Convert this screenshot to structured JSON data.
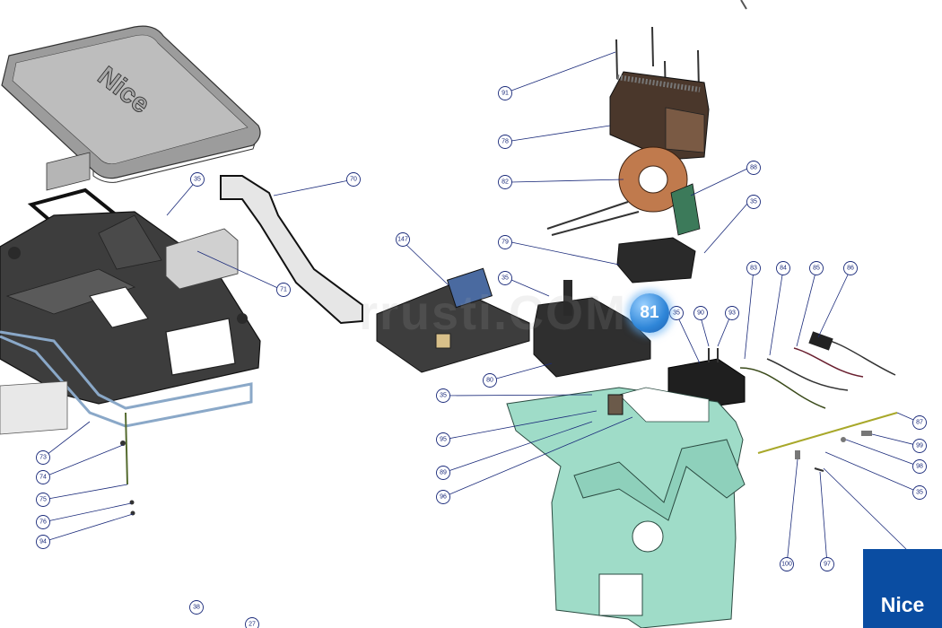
{
  "brand": {
    "logo_text": "Nice",
    "cover_logo_text": "Nice",
    "color": "#0a4da2"
  },
  "watermark": "rrusti.COM",
  "highlighted_part": {
    "label": "81"
  },
  "callouts": [
    {
      "id": "c91",
      "label": "91"
    },
    {
      "id": "c78",
      "label": "78"
    },
    {
      "id": "c82",
      "label": "82"
    },
    {
      "id": "c88",
      "label": "88"
    },
    {
      "id": "c35a",
      "label": "35"
    },
    {
      "id": "c79",
      "label": "79"
    },
    {
      "id": "c147",
      "label": "147"
    },
    {
      "id": "c35b",
      "label": "35"
    },
    {
      "id": "c83",
      "label": "83"
    },
    {
      "id": "c84",
      "label": "84"
    },
    {
      "id": "c85",
      "label": "85"
    },
    {
      "id": "c86",
      "label": "86"
    },
    {
      "id": "c35c",
      "label": "35"
    },
    {
      "id": "c90",
      "label": "90"
    },
    {
      "id": "c93",
      "label": "93"
    },
    {
      "id": "c80",
      "label": "80"
    },
    {
      "id": "c35d",
      "label": "35"
    },
    {
      "id": "c95",
      "label": "95"
    },
    {
      "id": "c89",
      "label": "89"
    },
    {
      "id": "c96",
      "label": "96"
    },
    {
      "id": "c87",
      "label": "87"
    },
    {
      "id": "c99",
      "label": "99"
    },
    {
      "id": "c98",
      "label": "98"
    },
    {
      "id": "c35e",
      "label": "35"
    },
    {
      "id": "c100",
      "label": "100"
    },
    {
      "id": "c97",
      "label": "97"
    },
    {
      "id": "c35f",
      "label": "35"
    },
    {
      "id": "c70",
      "label": "70"
    },
    {
      "id": "c71",
      "label": "71"
    },
    {
      "id": "c73",
      "label": "73"
    },
    {
      "id": "c74",
      "label": "74"
    },
    {
      "id": "c75",
      "label": "75"
    },
    {
      "id": "c76",
      "label": "76"
    },
    {
      "id": "c94",
      "label": "94"
    },
    {
      "id": "c38",
      "label": "38"
    },
    {
      "id": "c27",
      "label": "27"
    }
  ]
}
